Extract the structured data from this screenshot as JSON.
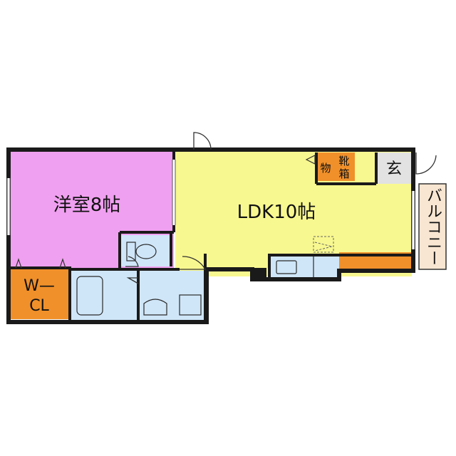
{
  "labels": {
    "western_room": "洋室8帖",
    "ldk": "LDK10帖",
    "walk_in_closet_line1": "W—",
    "walk_in_closet_line2": "CL",
    "storage": "物",
    "shoe_box_1": "靴",
    "shoe_box_2": "箱",
    "entrance": "玄",
    "balcony": "バルコニー"
  },
  "colors": {
    "western_room": "#f0a0f0",
    "ldk": "#f8f890",
    "wet_area": "#cfe6f8",
    "closet": "#f0902a",
    "kitchen_counter": "#f0902a",
    "entrance": "#e2e2e2",
    "balcony": "#f8e6d2",
    "wall": "#1a1a1a"
  }
}
